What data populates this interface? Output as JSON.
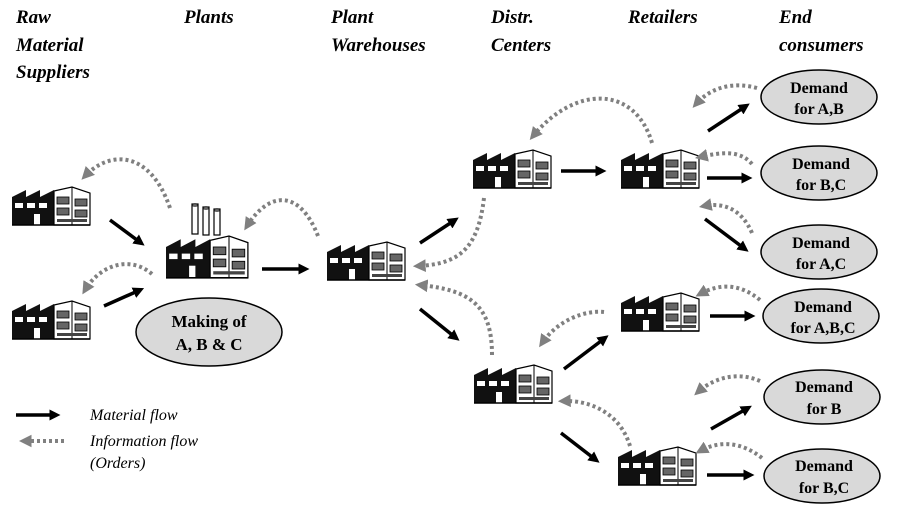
{
  "headers": {
    "raw_material_suppliers": [
      "Raw",
      "Material",
      "Suppliers"
    ],
    "plants": "Plants",
    "plant_warehouses": [
      "Plant",
      "Warehouses"
    ],
    "distr_centers": [
      "Distr.",
      "Centers"
    ],
    "retailers": "Retailers",
    "end_consumers": [
      "End",
      "consumers"
    ]
  },
  "plant_label": [
    "Making of",
    "A, B & C"
  ],
  "demands": [
    [
      "Demand",
      "for A,B"
    ],
    [
      "Demand",
      "for B,C"
    ],
    [
      "Demand",
      "for A,C"
    ],
    [
      "Demand",
      "for A,B,C"
    ],
    [
      "Demand",
      "for B"
    ],
    [
      "Demand",
      "for B,C"
    ]
  ],
  "legend": {
    "material_flow": "Material flow",
    "information_flow": "Information flow",
    "orders": "(Orders)"
  },
  "colors": {
    "material_flow": "#000000",
    "information_flow": "#808080",
    "oval_fill": "#d9d9d9"
  }
}
